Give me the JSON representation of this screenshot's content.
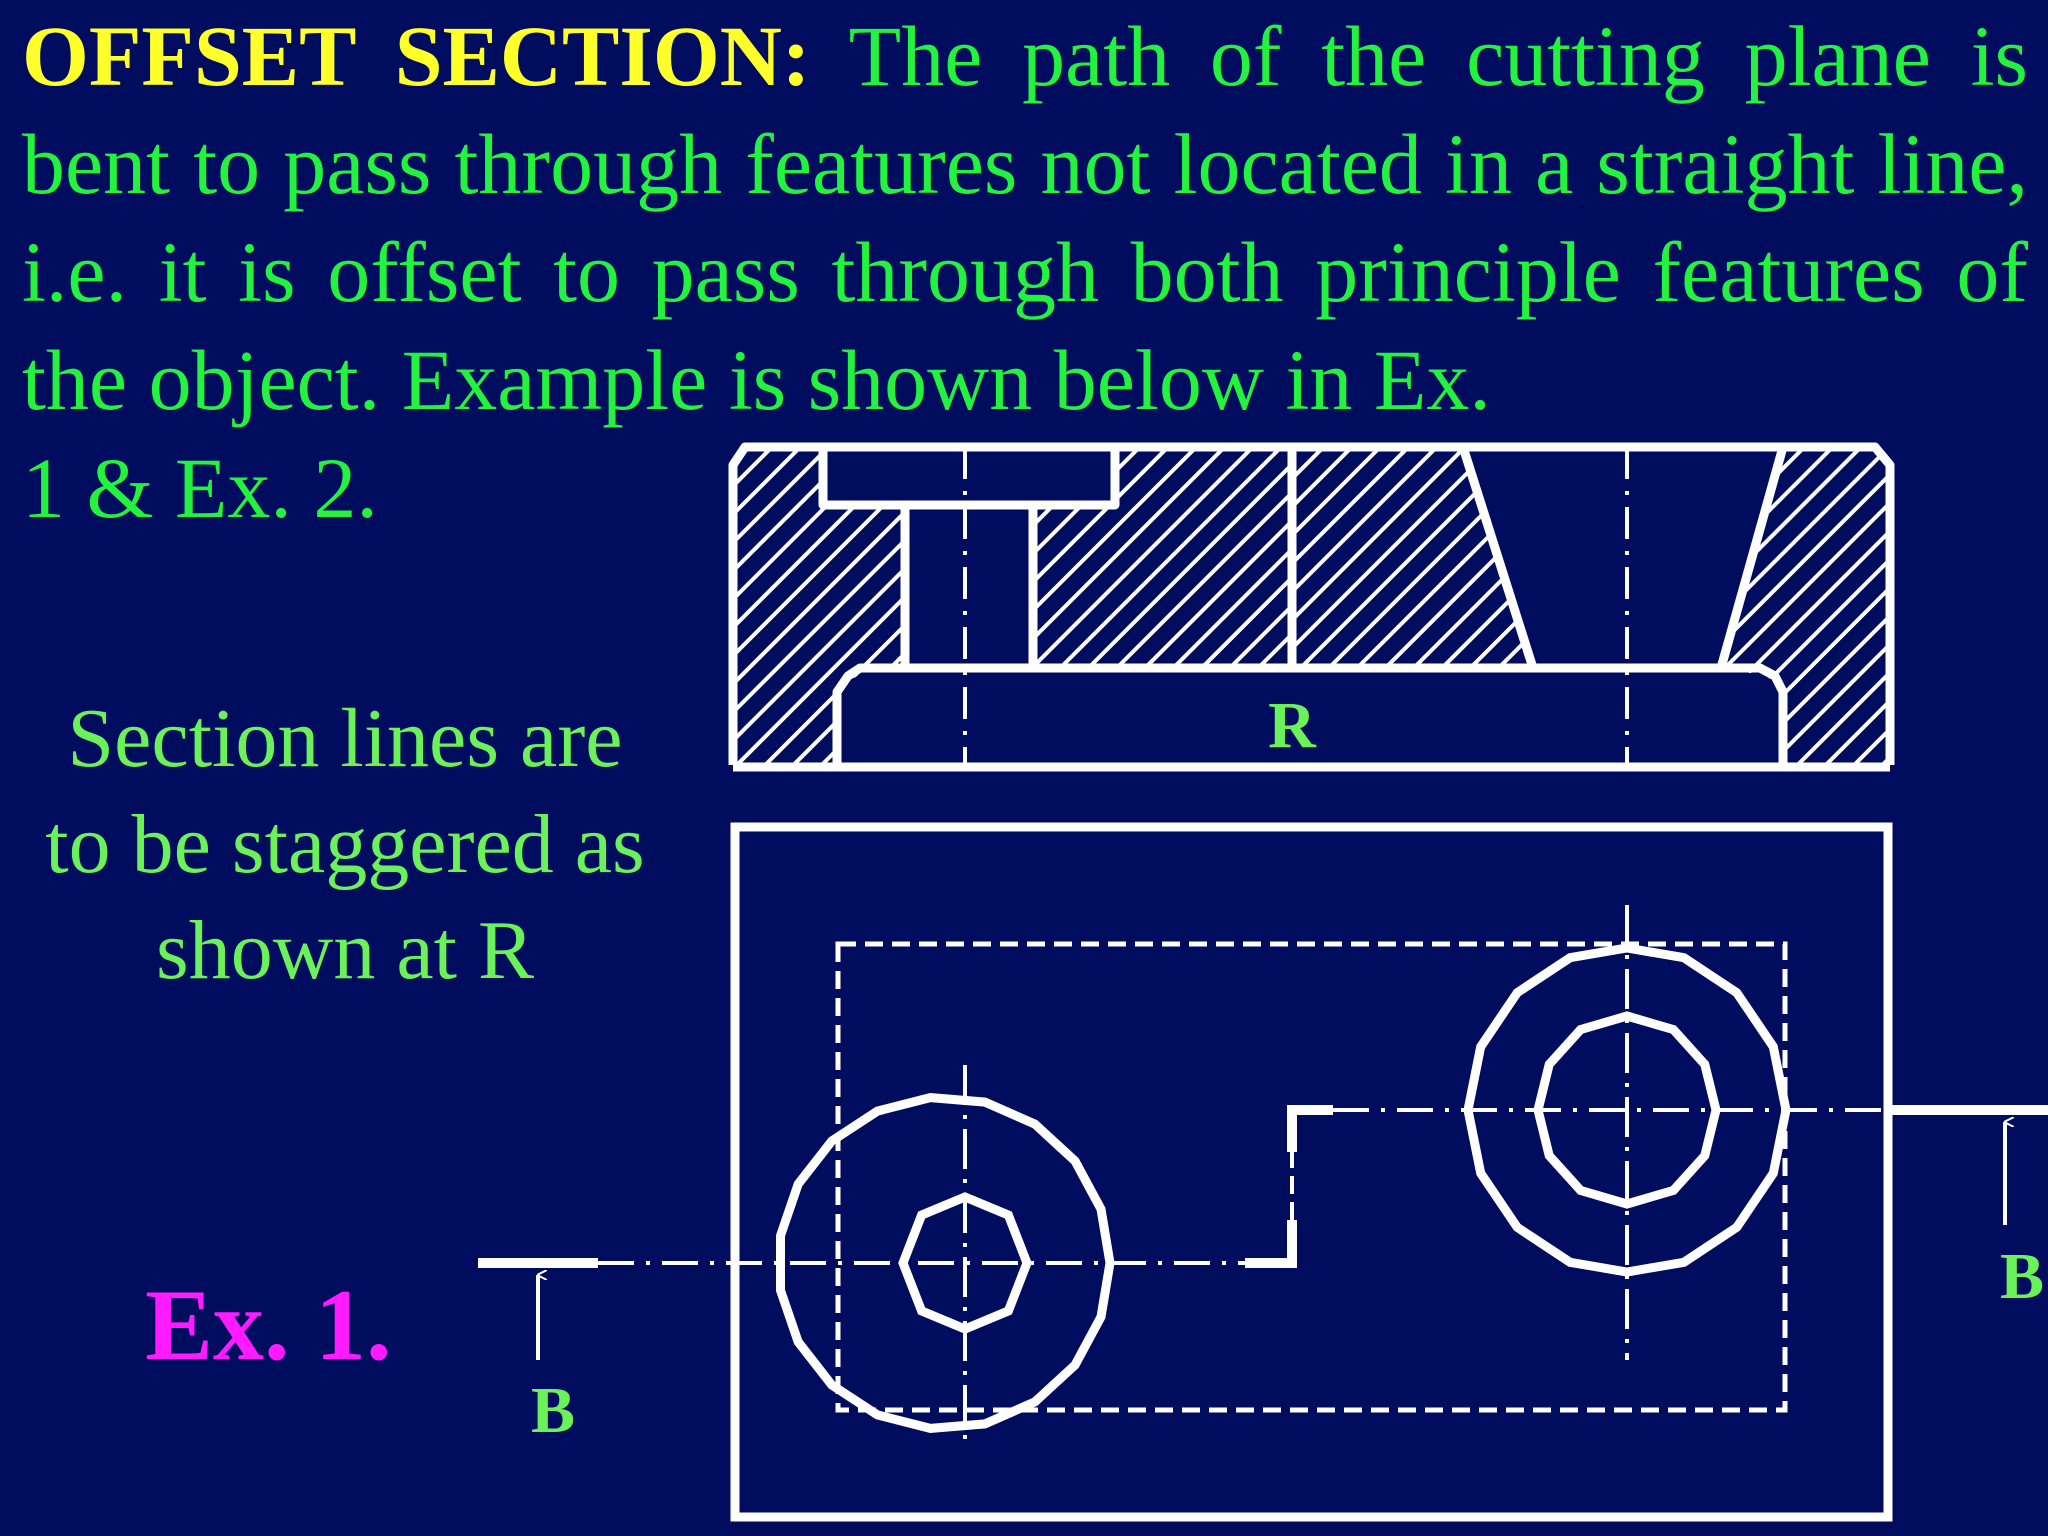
{
  "heading": {
    "lead": "OFFSET SECTION:",
    "body": "The path of the cutting plane is bent to pass through features not located in a straight line, i.e. it is offset to pass through both principle features of the object. Example is shown below in Ex.",
    "tail": "1 & Ex. 2."
  },
  "note": {
    "line1": "Section lines are",
    "line2": "to be staggered as",
    "line3": "shown at R"
  },
  "example_label": "Ex. 1.",
  "labels": {
    "section_mark": "R",
    "cut_left": "B",
    "cut_right": "B"
  },
  "colors": {
    "background": "#000c5e",
    "heading_lead": "#ffff2a",
    "heading_text": "#23f23e",
    "note_text": "#6bf25a",
    "example_label": "#ff1aff",
    "drawing_lines": "#ffffff"
  }
}
